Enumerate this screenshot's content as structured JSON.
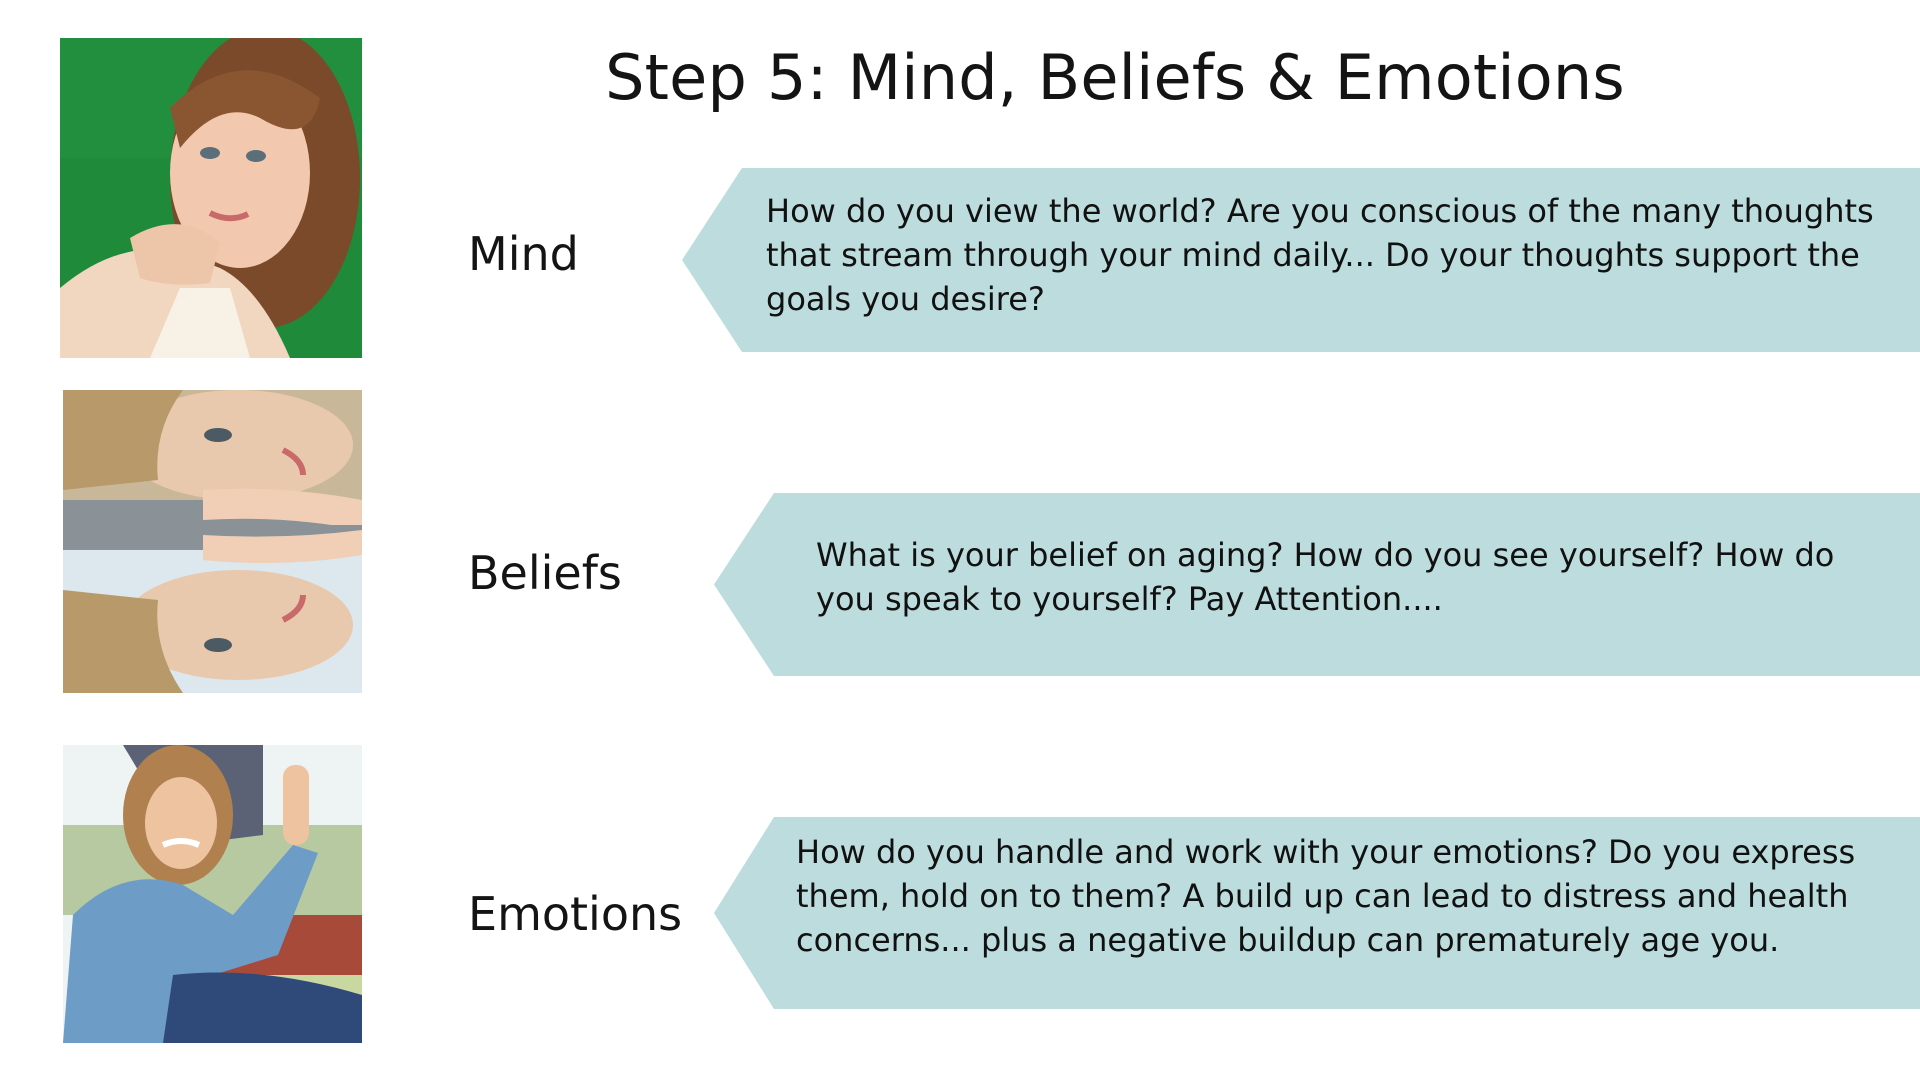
{
  "slide": {
    "title": "Step 5: Mind, Beliefs & Emotions"
  },
  "rows": [
    {
      "label": "Mind",
      "photo_icon": "woman-thinking-photo",
      "text": "How do you view the world? Are you conscious of the many thoughts that stream through your mind daily...  Do your thoughts support the goals you desire?"
    },
    {
      "label": "Beliefs",
      "photo_icon": "woman-mirror-reflection-photo",
      "text": "What is your belief on aging? How do you see yourself? How do you speak to yourself? Pay Attention...."
    },
    {
      "label": "Emotions",
      "photo_icon": "woman-frustrated-photo",
      "text": "How do you handle and work with your emotions? Do you express them, hold on to them? A build up can lead to distress and health concerns... plus a negative buildup  can prematurely age you."
    }
  ],
  "colors": {
    "callout_fill": "#bcdcdd",
    "text": "#141414",
    "background": "#ffffff"
  }
}
